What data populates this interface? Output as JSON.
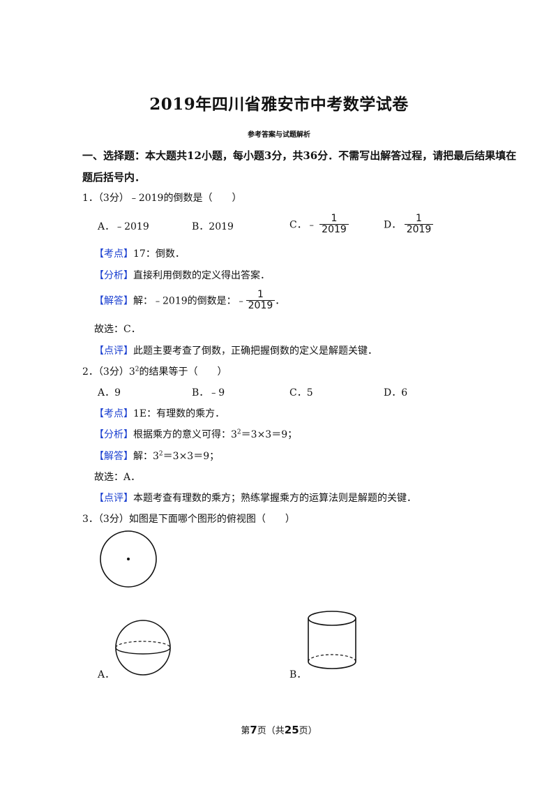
{
  "title": "2019年四川省雅安市中考数学试卷",
  "subtitle": "参考答案与试题解析",
  "section": {
    "line1": "一、选择题：本大题共12小题，每小题3分，共36分．不需写出解答过程，请把最后结果填在",
    "line2": "题后括号内．"
  },
  "q1": {
    "stem": "1．（3分）﹣2019的倒数是（　　）",
    "opt_a": "A．﹣2019",
    "opt_b": "B．2019",
    "opt_c_prefix": "C．﹣",
    "opt_c_num": "1",
    "opt_c_den": "2019",
    "opt_d_prefix": "D．",
    "opt_d_num": "1",
    "opt_d_den": "2019",
    "kaodian_tag": "【考点】",
    "kaodian": "17：倒数．",
    "fenxi_tag": "【分析】",
    "fenxi": "直接利用倒数的定义得出答案．",
    "jieda_tag": "【解答】",
    "jieda": "解：﹣2019的倒数是：﹣",
    "jieda_num": "1",
    "jieda_den": "2019",
    "jieda_end": "．",
    "answer": "故选：C．",
    "dianping_tag": "【点评】",
    "dianping": "此题主要考查了倒数，正确把握倒数的定义是解题关键．"
  },
  "q2": {
    "stem_pre": "2．（3分）3",
    "stem_sup": "2",
    "stem_post": "的结果等于（　　）",
    "opt_a": "A．9",
    "opt_b": "B．﹣9",
    "opt_c": "C．5",
    "opt_d": "D．6",
    "kaodian_tag": "【考点】",
    "kaodian": "1E：有理数的乘方．",
    "fenxi_tag": "【分析】",
    "fenxi_pre": "根据乘方的意义可得：3",
    "fenxi_sup": "2",
    "fenxi_post": "＝3×3＝9；",
    "jieda_tag": "【解答】",
    "jieda_pre": "解：3",
    "jieda_sup": "2",
    "jieda_post": "＝3×3＝9；",
    "answer": "故选：A．",
    "dianping_tag": "【点评】",
    "dianping": "本题考查有理数的乘方；熟练掌握乘方的运算法则是解题的关键．"
  },
  "q3": {
    "stem": "3．（3分）如图是下面哪个图形的俯视图（　　）",
    "opt_a": "A．",
    "opt_b": "B．"
  },
  "footer": {
    "pre": "第",
    "page": "7",
    "mid": "页（共",
    "total": "25",
    "post": "页）"
  }
}
